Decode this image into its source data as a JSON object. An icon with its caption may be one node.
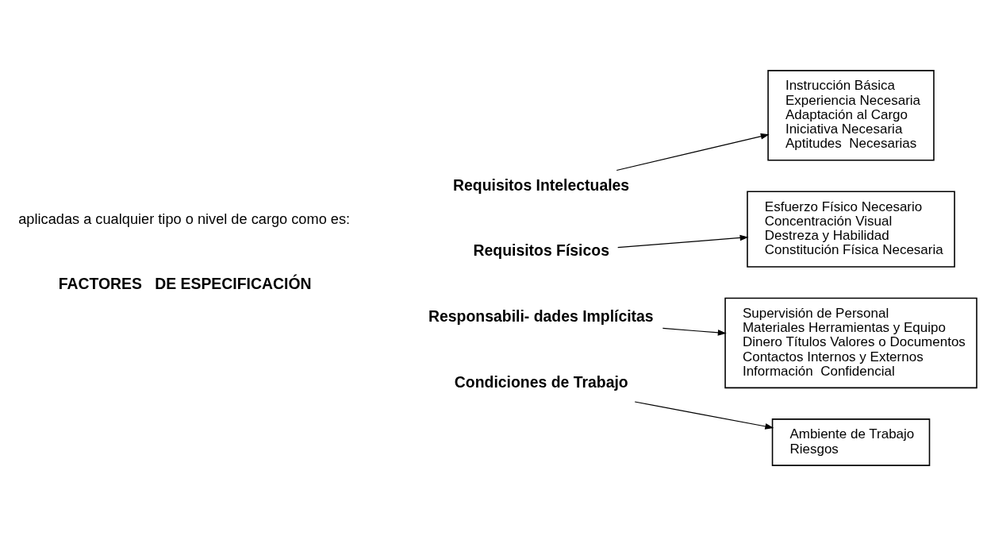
{
  "diagram": {
    "nodes": [
      {
        "text": [
          "Requisitos Intelectuales"
        ]
      },
      {
        "text": [
          "Instrucción Básica",
          "Experiencia Necesaria",
          "Adaptación al Cargo",
          "Iniciativa Necesaria",
          "Aptitudes  Necesarias"
        ]
      },
      {
        "text": [
          "Requisitos Físicos"
        ]
      },
      {
        "text": [
          "Esfuerzo Físico Necesario",
          "Concentración Visual",
          "Destreza y Habilidad",
          "Constitución Física Necesaria"
        ]
      },
      {
        "text": [
          "Responsabili- dades Implícitas"
        ]
      },
      {
        "text": [
          "Supervisión de Personal",
          "Materiales Herramientas y Equipo",
          "Dinero Títulos Valores o Documentos",
          "Contactos Internos y Externos",
          "Información  Confidencial"
        ]
      },
      {
        "text": [
          "Condiciones de Trabajo"
        ]
      },
      {
        "text": [
          "Ambiente de Trabajo",
          "Riesgos"
        ]
      }
    ],
    "edges": [
      {
        "from": 0,
        "to": 1,
        "arrow": "to"
      },
      {
        "from": 2,
        "to": 3,
        "arrow": "to"
      },
      {
        "from": 4,
        "to": 5,
        "arrow": "to"
      },
      {
        "from": 6,
        "to": 7,
        "arrow": "to"
      }
    ],
    "labels": [
      "aplicadas a cualquier tipo o nivel de cargo como es:",
      "FACTORES   DE ESPECIFICACIÓN"
    ]
  }
}
